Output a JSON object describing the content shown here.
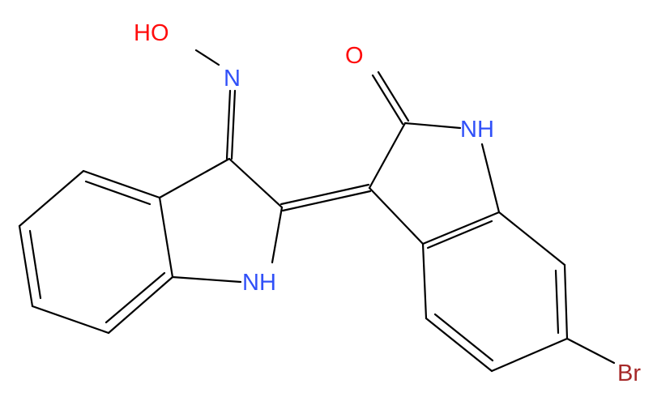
{
  "molecule": {
    "atoms": {
      "hydroxyl": {
        "text": "HO",
        "color": "#ff0d0d"
      },
      "oxime_nitrogen": {
        "text": "N",
        "color": "#3050f8"
      },
      "carbonyl_oxygen": {
        "text": "O",
        "color": "#ff0d0d"
      },
      "amide_nh": {
        "text": "NH",
        "color": "#3050f8"
      },
      "indole_nh": {
        "text": "NH",
        "color": "#3050f8"
      },
      "bromine": {
        "text": "Br",
        "color": "#a62929"
      }
    },
    "bond_color": "#000000",
    "background": "#ffffff"
  }
}
